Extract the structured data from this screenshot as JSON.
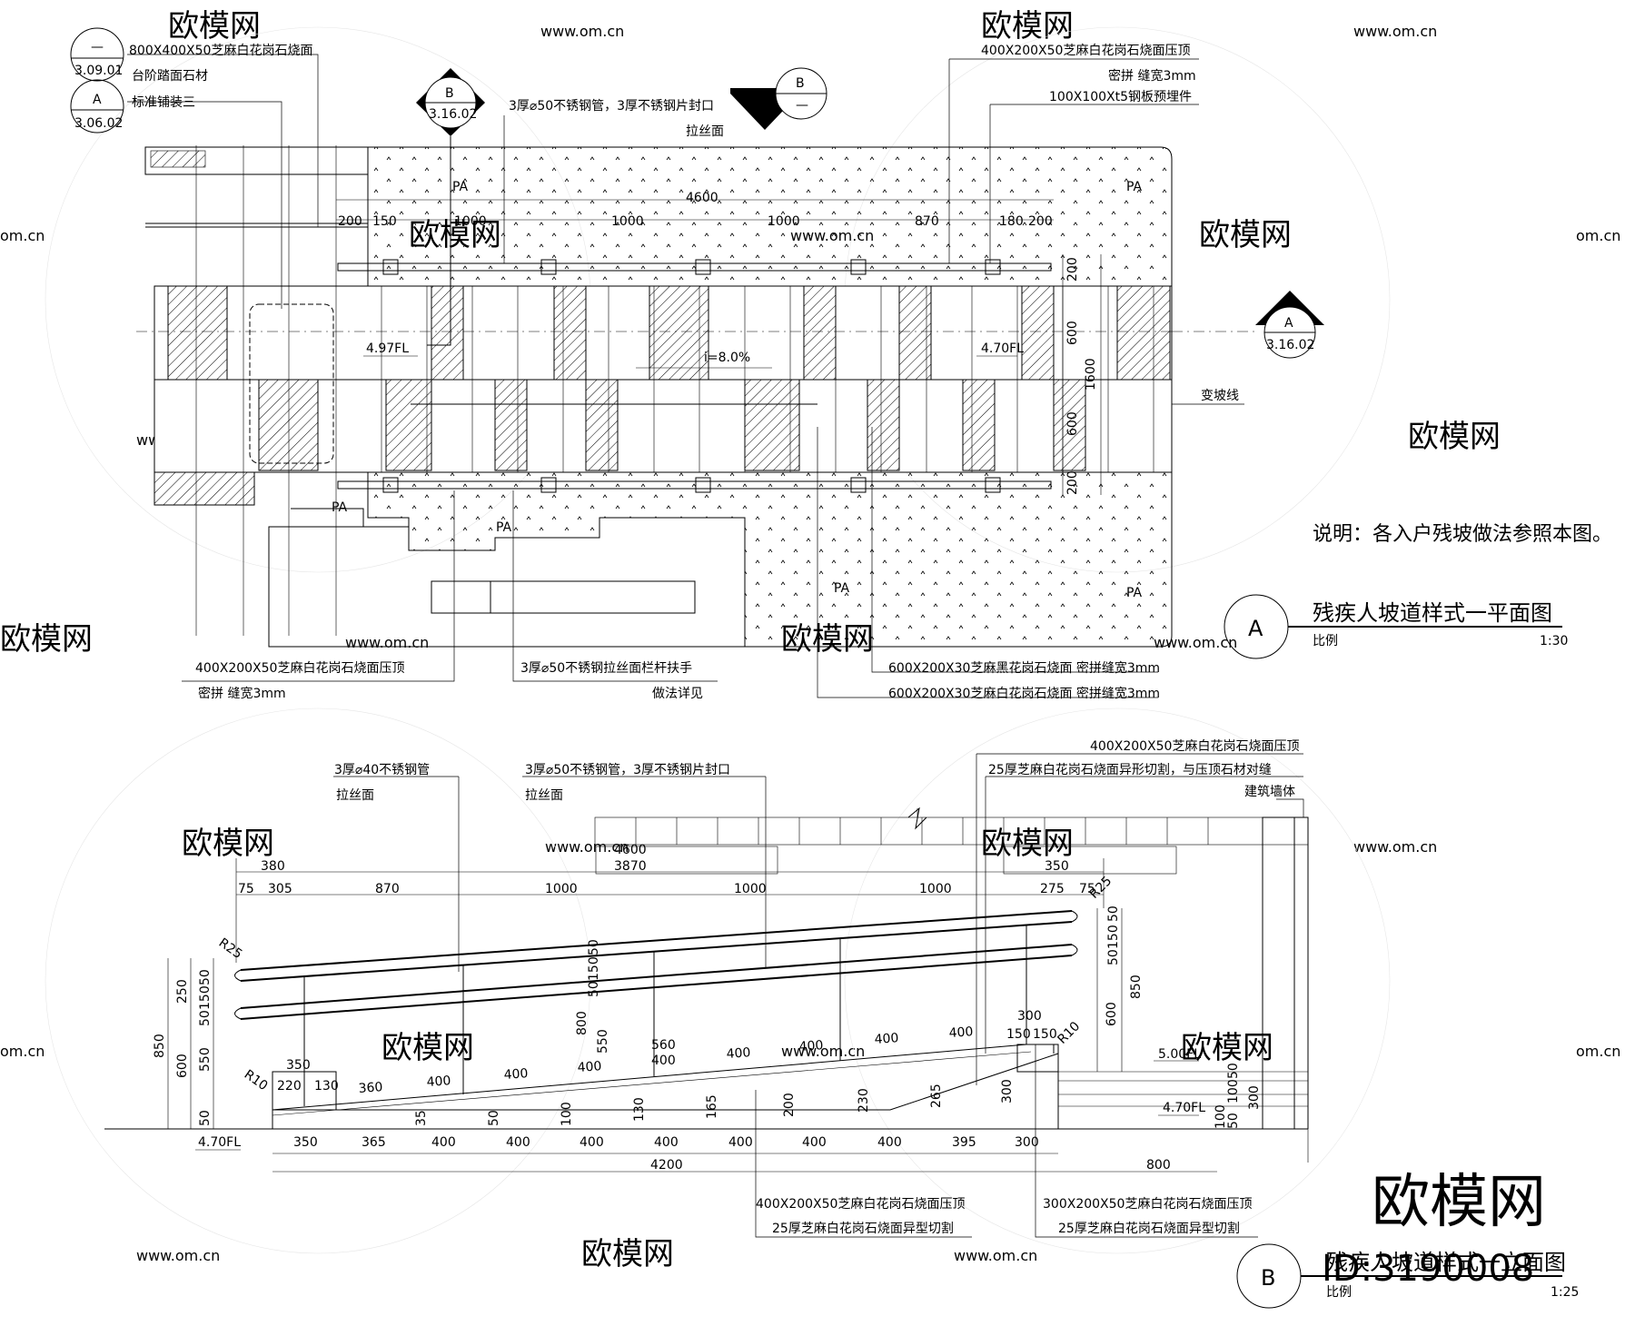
{
  "plan": {
    "notes": [
      {
        "id": "n1",
        "text": "800X400X50芝麻白花岗石烧面"
      },
      {
        "id": "n2",
        "text": "台阶踏面石材"
      },
      {
        "id": "n3",
        "text": "标准铺装三"
      },
      {
        "id": "n4",
        "text": "3厚⌀50不锈钢管，3厚不锈钢片封口"
      },
      {
        "id": "n5",
        "text": "拉丝面"
      },
      {
        "id": "n6",
        "text": "400X200X50芝麻白花岗石烧面压顶"
      },
      {
        "id": "n7",
        "text": "密拼  缝宽3mm"
      },
      {
        "id": "n8",
        "text": "100X100Xt5钢板预埋件"
      },
      {
        "id": "n9",
        "text": "变坡线"
      },
      {
        "id": "n10",
        "text": "400X200X50芝麻白花岗石烧面压顶"
      },
      {
        "id": "n11",
        "text": "密拼  缝宽3mm"
      },
      {
        "id": "n12",
        "text": "3厚⌀50不锈钢拉丝面栏杆扶手"
      },
      {
        "id": "n13",
        "text": "做法详见"
      },
      {
        "id": "n14",
        "text": "600X200X30芝麻黑花岗石烧面  密拼缝宽3mm"
      },
      {
        "id": "n15",
        "text": "600X200X30芝麻白花岗石烧面  密拼缝宽3mm"
      }
    ],
    "callouts": [
      {
        "id": "c1",
        "top": "—",
        "bottom": "3.09.01"
      },
      {
        "id": "c2",
        "top": "A",
        "bottom": "3.06.02"
      },
      {
        "id": "c3",
        "top": "B",
        "bottom": "3.16.02"
      },
      {
        "id": "c4",
        "top": "B",
        "bottom": "—"
      },
      {
        "id": "c5",
        "top": "A",
        "bottom": "3.16.02"
      }
    ],
    "dims": {
      "total": "4600",
      "row": [
        "200",
        "150",
        "1000",
        "1000",
        "1000",
        "870",
        "180",
        "200"
      ],
      "vertical": [
        "200",
        "600",
        "600",
        "200"
      ],
      "vertical_total": "1600"
    },
    "levels": {
      "left": "4.97FL",
      "right": "4.70FL"
    },
    "slope": "i=8.0%",
    "hatch_labels": [
      "PA",
      "PA",
      "PA",
      "PA",
      "PA",
      "PA"
    ],
    "explain": "说明：各入户残坡做法参照本图。",
    "title": {
      "letter": "A",
      "text": "残疾人坡道样式一平面图",
      "scale_label": "比例",
      "scale": "1:30"
    }
  },
  "section": {
    "notes": [
      {
        "id": "s1",
        "text": "3厚⌀40不锈钢管"
      },
      {
        "id": "s2",
        "text": "拉丝面"
      },
      {
        "id": "s3",
        "text": "3厚⌀50不锈钢管，3厚不锈钢片封口"
      },
      {
        "id": "s4",
        "text": "拉丝面"
      },
      {
        "id": "s5",
        "text": "400X200X50芝麻白花岗石烧面压顶"
      },
      {
        "id": "s6",
        "text": "25厚芝麻白花岗石烧面异形切割，与压顶石材对缝"
      },
      {
        "id": "s7",
        "text": "建筑墙体"
      },
      {
        "id": "s8",
        "text": "400X200X50芝麻白花岗石烧面压顶"
      },
      {
        "id": "s9",
        "text": "25厚芝麻白花岗石烧面异型切割"
      },
      {
        "id": "s10",
        "text": "300X200X50芝麻白花岗石烧面压顶"
      },
      {
        "id": "s11",
        "text": "25厚芝麻白花岗石烧面异型切割"
      }
    ],
    "dims": {
      "top_total": "4600",
      "top_sub": "3870",
      "left_380": "380",
      "right_350": "350",
      "top_row": [
        "75",
        "305",
        "870",
        "1000",
        "1000",
        "1000",
        "275",
        "75"
      ],
      "bottom_row": [
        "350",
        "365",
        "400",
        "400",
        "400",
        "400",
        "400",
        "400",
        "400",
        "395",
        "300"
      ],
      "bottom_total": "4200",
      "right_total": "800",
      "ramp_row": [
        "360",
        "400",
        "400",
        "400",
        "400",
        "400",
        "400",
        "400"
      ],
      "left_vert": [
        "850",
        "250",
        "600",
        "550",
        "50"
      ],
      "left_small": [
        "50",
        "150",
        "50"
      ],
      "right_vert": [
        "50",
        "150",
        "50",
        "600",
        "850"
      ],
      "mid_vert": [
        "800",
        "550",
        "50",
        "150",
        "50"
      ],
      "step_heights": [
        "35",
        "50",
        "100",
        "130",
        "165",
        "200",
        "230",
        "265",
        "300"
      ],
      "step_left": [
        "350",
        "220",
        "130"
      ],
      "top_right": [
        "300",
        "150",
        "150"
      ],
      "radii": [
        "R25",
        "R10",
        "R25",
        "R10"
      ],
      "right_levels": [
        "50",
        "100",
        "50",
        "300",
        "100"
      ],
      "misc": [
        "560",
        "400"
      ]
    },
    "levels": {
      "left": "4.70FL",
      "mid": "5.00FL",
      "right": "4.70FL"
    },
    "title": {
      "letter": "B",
      "text": "残疾人坡道样式一立面图",
      "scale_label": "比例",
      "scale": "1:25"
    }
  },
  "watermark": {
    "brand": "欧模网",
    "site": "www.om.cn",
    "site_short": "om.cn",
    "id": "ID:3190008"
  }
}
